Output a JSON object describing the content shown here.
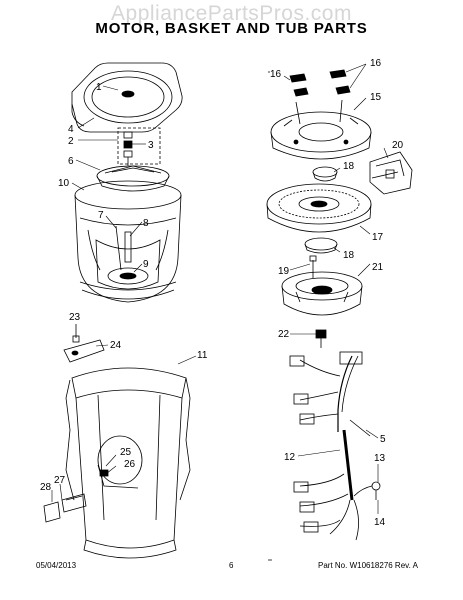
{
  "header": {
    "watermark": "AppliancePartsPros.com",
    "title": "MOTOR, BASKET AND TUB PARTS"
  },
  "callouts": [
    {
      "id": "c1",
      "label": "1"
    },
    {
      "id": "c2",
      "label": "2"
    },
    {
      "id": "c3",
      "label": "3"
    },
    {
      "id": "c4",
      "label": "4"
    },
    {
      "id": "c5",
      "label": "5"
    },
    {
      "id": "c6",
      "label": "6"
    },
    {
      "id": "c7",
      "label": "7"
    },
    {
      "id": "c8",
      "label": "8"
    },
    {
      "id": "c9",
      "label": "9"
    },
    {
      "id": "c10",
      "label": "10"
    },
    {
      "id": "c11",
      "label": "11"
    },
    {
      "id": "c12",
      "label": "12"
    },
    {
      "id": "c13",
      "label": "13"
    },
    {
      "id": "c14",
      "label": "14"
    },
    {
      "id": "c15",
      "label": "15"
    },
    {
      "id": "c16a",
      "label": "16"
    },
    {
      "id": "c16b",
      "label": "16"
    },
    {
      "id": "c17",
      "label": "17"
    },
    {
      "id": "c18a",
      "label": "18"
    },
    {
      "id": "c18b",
      "label": "18"
    },
    {
      "id": "c19",
      "label": "19"
    },
    {
      "id": "c20",
      "label": "20"
    },
    {
      "id": "c21",
      "label": "21"
    },
    {
      "id": "c22",
      "label": "22"
    },
    {
      "id": "c23",
      "label": "23"
    },
    {
      "id": "c24",
      "label": "24"
    },
    {
      "id": "c25",
      "label": "25"
    },
    {
      "id": "c26",
      "label": "26"
    },
    {
      "id": "c27",
      "label": "27"
    },
    {
      "id": "c28",
      "label": "28"
    }
  ],
  "footer": {
    "date": "05/04/2013",
    "page": "6",
    "part_number": "Part No.  W10618276  Rev. A"
  }
}
